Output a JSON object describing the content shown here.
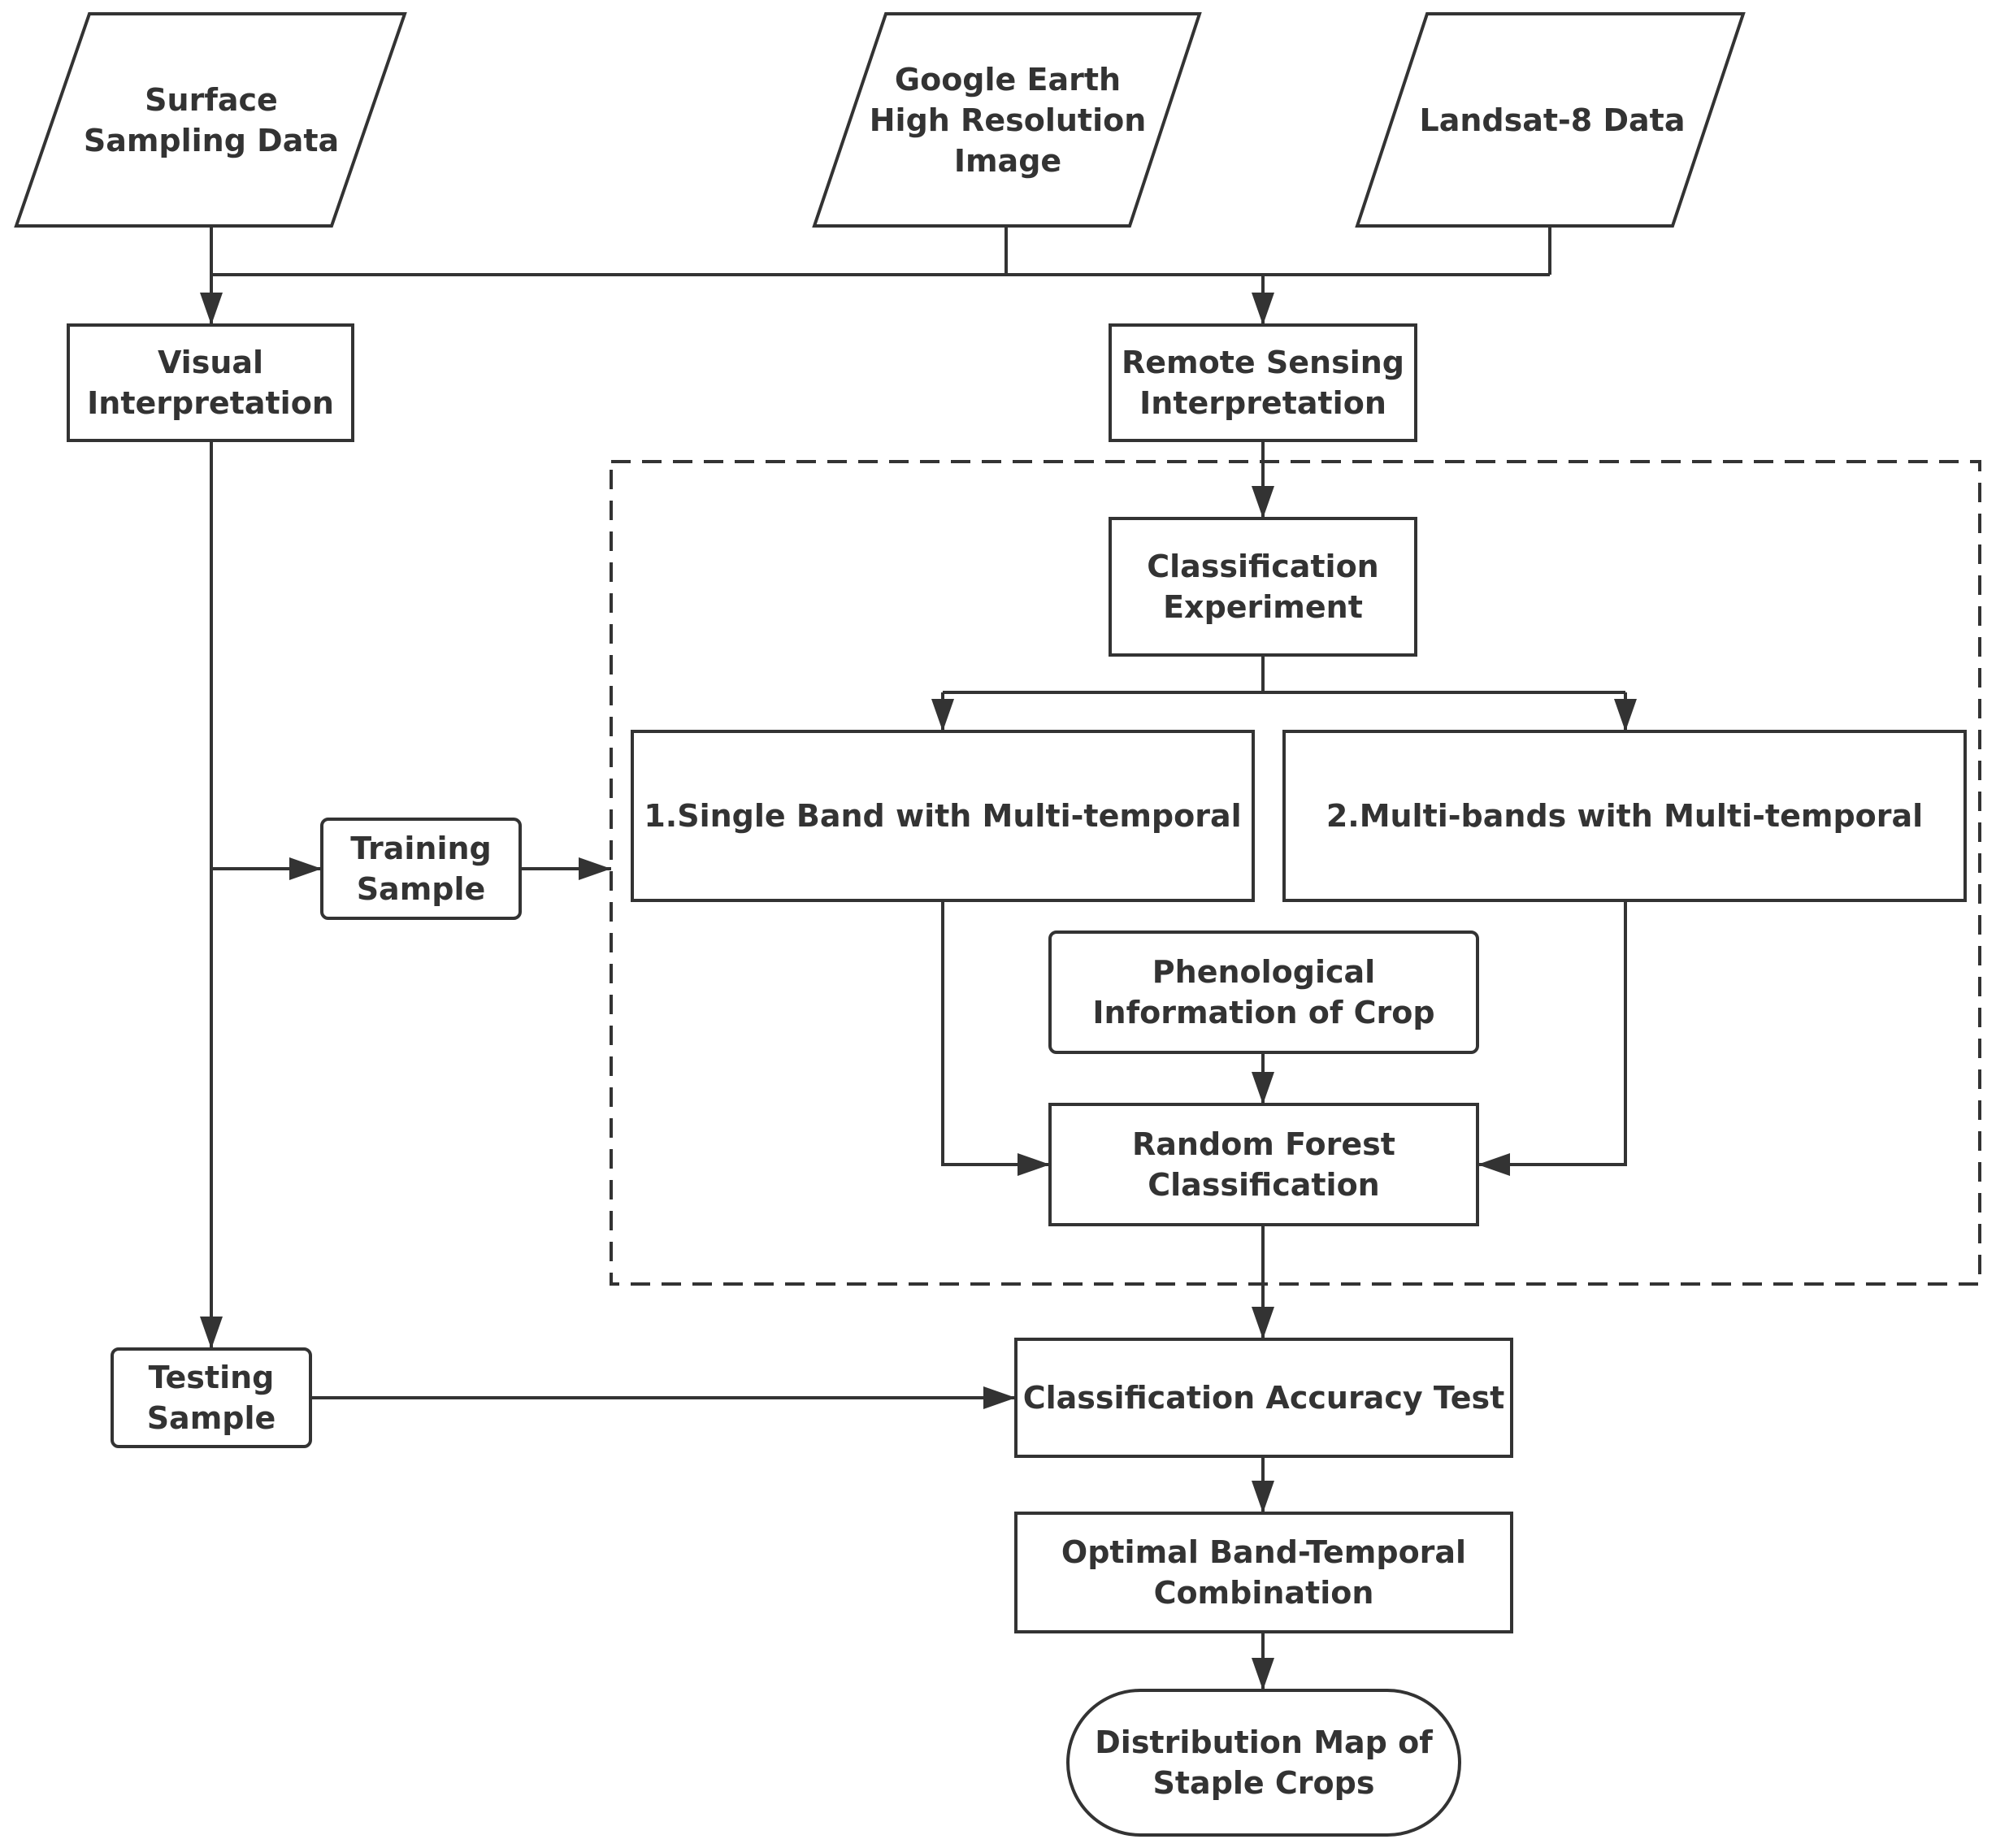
{
  "nodes": {
    "surface_sampling": {
      "lines": [
        "Surface",
        "Sampling Data"
      ]
    },
    "google_earth": {
      "lines": [
        "Google Earth",
        "High Resolution",
        "Image"
      ]
    },
    "landsat": {
      "lines": [
        "Landsat-8 Data"
      ]
    },
    "visual_interpretation": {
      "lines": [
        "Visual",
        "Interpretation"
      ]
    },
    "remote_sensing": {
      "lines": [
        "Remote Sensing",
        "Interpretation"
      ]
    },
    "classification_experiment": {
      "lines": [
        "Classification",
        "Experiment"
      ]
    },
    "single_band": {
      "lines": [
        "1.Single Band with Multi-temporal"
      ]
    },
    "multi_bands": {
      "lines": [
        "2.Multi-bands with Multi-temporal"
      ]
    },
    "training_sample": {
      "lines": [
        "Training",
        "Sample"
      ]
    },
    "phenological": {
      "lines": [
        "Phenological",
        "Information of Crop"
      ]
    },
    "random_forest": {
      "lines": [
        "Random Forest",
        "Classification"
      ]
    },
    "testing_sample": {
      "lines": [
        "Testing",
        "Sample"
      ]
    },
    "accuracy_test": {
      "lines": [
        "Classification Accuracy Test"
      ]
    },
    "optimal_combination": {
      "lines": [
        "Optimal Band-Temporal",
        "Combination"
      ]
    },
    "distribution_map": {
      "lines": [
        "Distribution Map of",
        "Staple Crops"
      ]
    }
  },
  "colors": {
    "stroke": "#333333",
    "fill": "#ffffff",
    "text": "#333333"
  }
}
